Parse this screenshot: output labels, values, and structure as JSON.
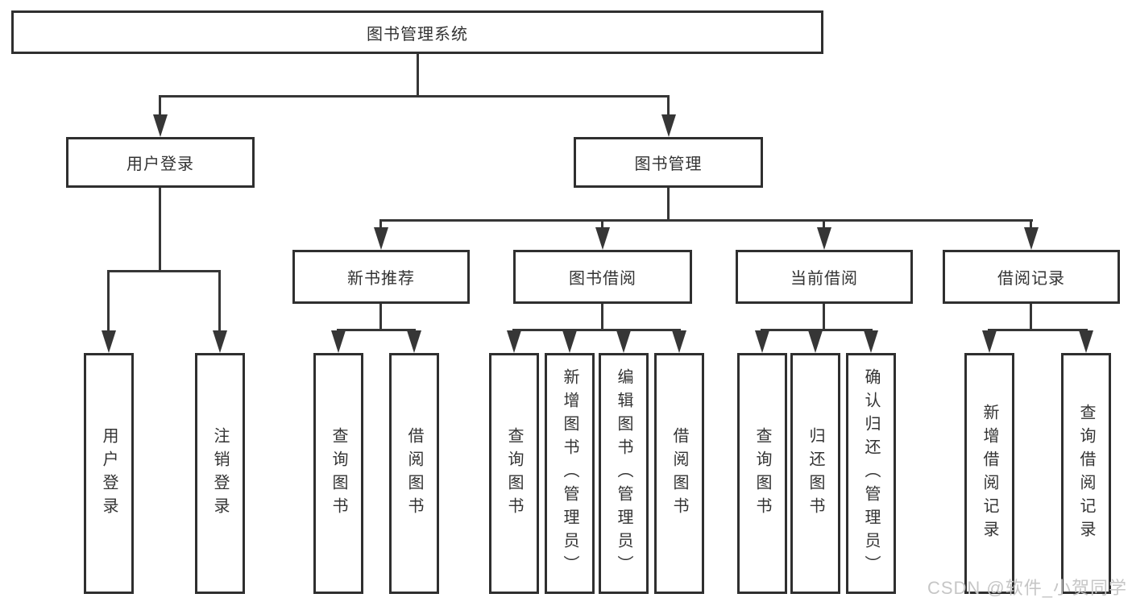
{
  "root_label": "图书管理系统",
  "branches": {
    "user_login": {
      "label": "用户登录",
      "children": [
        {
          "label": "用户登录"
        },
        {
          "label": "注销登录"
        }
      ]
    },
    "book_management": {
      "label": "图书管理",
      "groups": [
        {
          "label": "新书推荐",
          "children": [
            {
              "label": "查询图书"
            },
            {
              "label": "借阅图书"
            }
          ]
        },
        {
          "label": "图书借阅",
          "children": [
            {
              "label": "查询图书"
            },
            {
              "label": "新增图书（管理员）"
            },
            {
              "label": "编辑图书（管理员）"
            },
            {
              "label": "借阅图书"
            }
          ]
        },
        {
          "label": "当前借阅",
          "children": [
            {
              "label": "查询图书"
            },
            {
              "label": "归还图书"
            },
            {
              "label": "确认归还（管理员）"
            }
          ]
        },
        {
          "label": "借阅记录",
          "children": [
            {
              "label": "新增借阅记录"
            },
            {
              "label": "查询借阅记录"
            }
          ]
        }
      ]
    }
  },
  "watermark": "CSDN @软件_小贺同学",
  "colors": {
    "line": "#363636",
    "box_border": "#2f2f2f",
    "box_bg": "#ffffff",
    "text": "#333333",
    "watermark": "#c6c6c6"
  }
}
